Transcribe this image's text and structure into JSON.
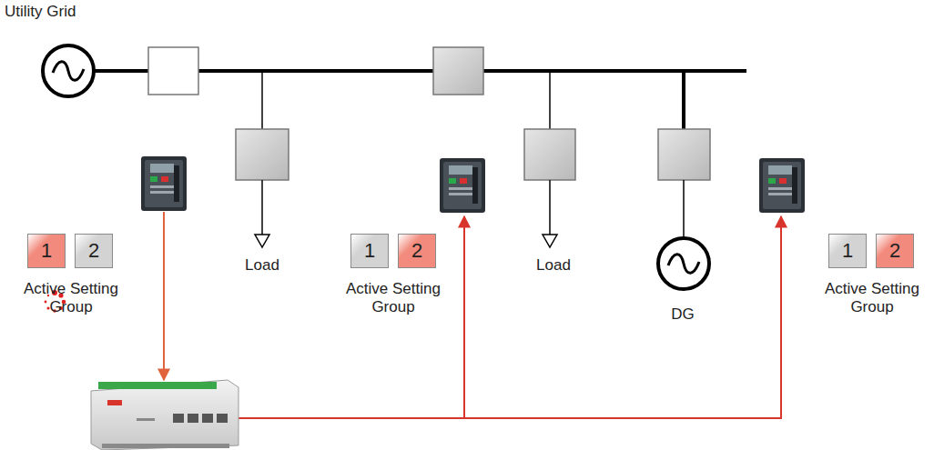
{
  "diagram": {
    "nodes": [
      {
        "text": [
          "1"
        ]
      },
      {
        "text": [
          "2"
        ]
      },
      {
        "text": [
          "1"
        ]
      },
      {
        "text": [
          "2"
        ]
      },
      {
        "text": [
          "1"
        ]
      },
      {
        "text": [
          "2"
        ]
      }
    ],
    "labels": [
      "Utility Grid",
      "Load",
      "Load",
      "DG",
      "Active Setting Group",
      "Active Setting Group",
      "Active Setting Group"
    ]
  }
}
